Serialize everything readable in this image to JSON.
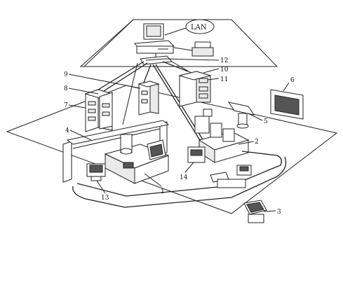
{
  "diagram": {
    "lan_label": "LAN",
    "callouts": [
      "1",
      "2",
      "3",
      "4",
      "5",
      "6",
      "7",
      "8",
      "9",
      "10",
      "11",
      "12",
      "13",
      "14"
    ]
  }
}
